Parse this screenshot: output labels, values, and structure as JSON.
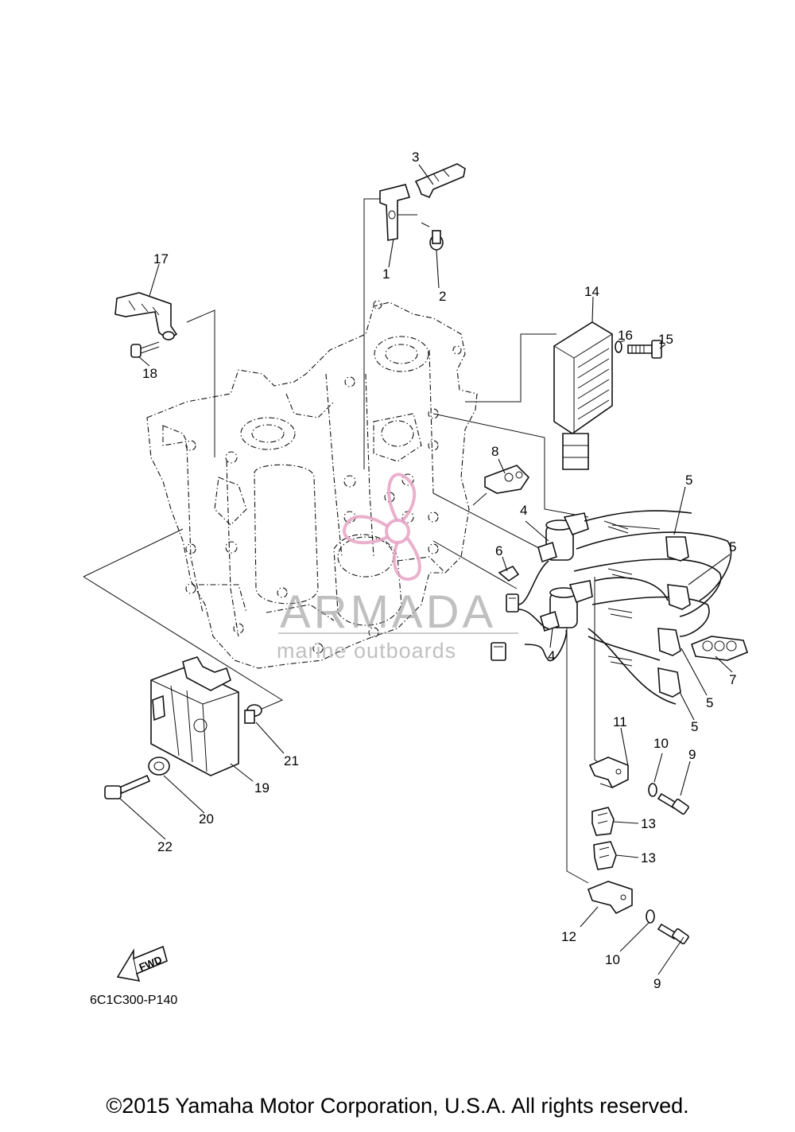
{
  "diagram": {
    "callouts": [
      {
        "id": "c1",
        "label": "1"
      },
      {
        "id": "c2",
        "label": "2"
      },
      {
        "id": "c3",
        "label": "3"
      },
      {
        "id": "c4a",
        "label": "4"
      },
      {
        "id": "c4b",
        "label": "4"
      },
      {
        "id": "c5a",
        "label": "5"
      },
      {
        "id": "c5b",
        "label": "5"
      },
      {
        "id": "c5c",
        "label": "5"
      },
      {
        "id": "c5d",
        "label": "5"
      },
      {
        "id": "c6",
        "label": "6"
      },
      {
        "id": "c7",
        "label": "7"
      },
      {
        "id": "c8",
        "label": "8"
      },
      {
        "id": "c9a",
        "label": "9"
      },
      {
        "id": "c9b",
        "label": "9"
      },
      {
        "id": "c10a",
        "label": "10"
      },
      {
        "id": "c10b",
        "label": "10"
      },
      {
        "id": "c11",
        "label": "11"
      },
      {
        "id": "c12",
        "label": "12"
      },
      {
        "id": "c13a",
        "label": "13"
      },
      {
        "id": "c13b",
        "label": "13"
      },
      {
        "id": "c14",
        "label": "14"
      },
      {
        "id": "c15",
        "label": "15"
      },
      {
        "id": "c16",
        "label": "16"
      },
      {
        "id": "c17",
        "label": "17"
      },
      {
        "id": "c18",
        "label": "18"
      },
      {
        "id": "c19",
        "label": "19"
      },
      {
        "id": "c20",
        "label": "20"
      },
      {
        "id": "c21",
        "label": "21"
      },
      {
        "id": "c22",
        "label": "22"
      }
    ],
    "fwd_label": "FWD",
    "diagram_code": "6C1C300-P140"
  },
  "watermark": {
    "brand": "ARMADA",
    "tagline": "marine outboards",
    "logo_color": "#e6a3c4"
  },
  "copyright": "©2015 Yamaha Motor Corporation, U.S.A. All rights reserved."
}
